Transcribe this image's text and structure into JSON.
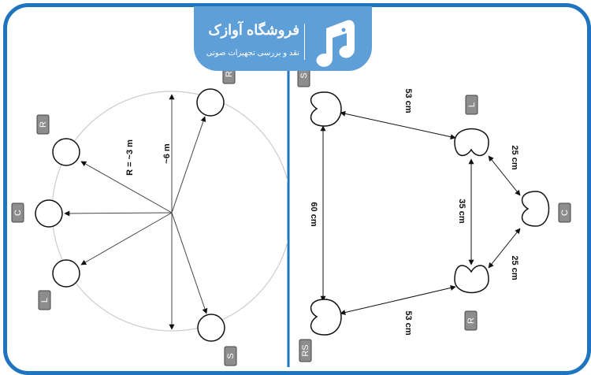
{
  "logo": {
    "title": "فروشگاه آوازک",
    "subtitle": "نقد و بررسی تجهیزات صوتی",
    "icon": "music-note-bird-icon"
  },
  "colors": {
    "frame": "#1f74c0",
    "logo_bg": "#5f9fd8",
    "tag": "#8d8d8d"
  },
  "left_diagram": {
    "radius_label": "R = ~3 m",
    "diameter_label": "~6 m",
    "speakers": [
      {
        "label": "R"
      },
      {
        "label": "C"
      },
      {
        "label": "L"
      },
      {
        "label": "R"
      },
      {
        "label": "S"
      }
    ]
  },
  "right_diagram": {
    "speakers": [
      {
        "label": "S"
      },
      {
        "label": "L"
      },
      {
        "label": "C"
      },
      {
        "label": "R"
      },
      {
        "label": "RS"
      }
    ],
    "distances": [
      "53 cm",
      "25 cm",
      "35 cm",
      "60 cm",
      "25 cm",
      "53 cm"
    ]
  }
}
